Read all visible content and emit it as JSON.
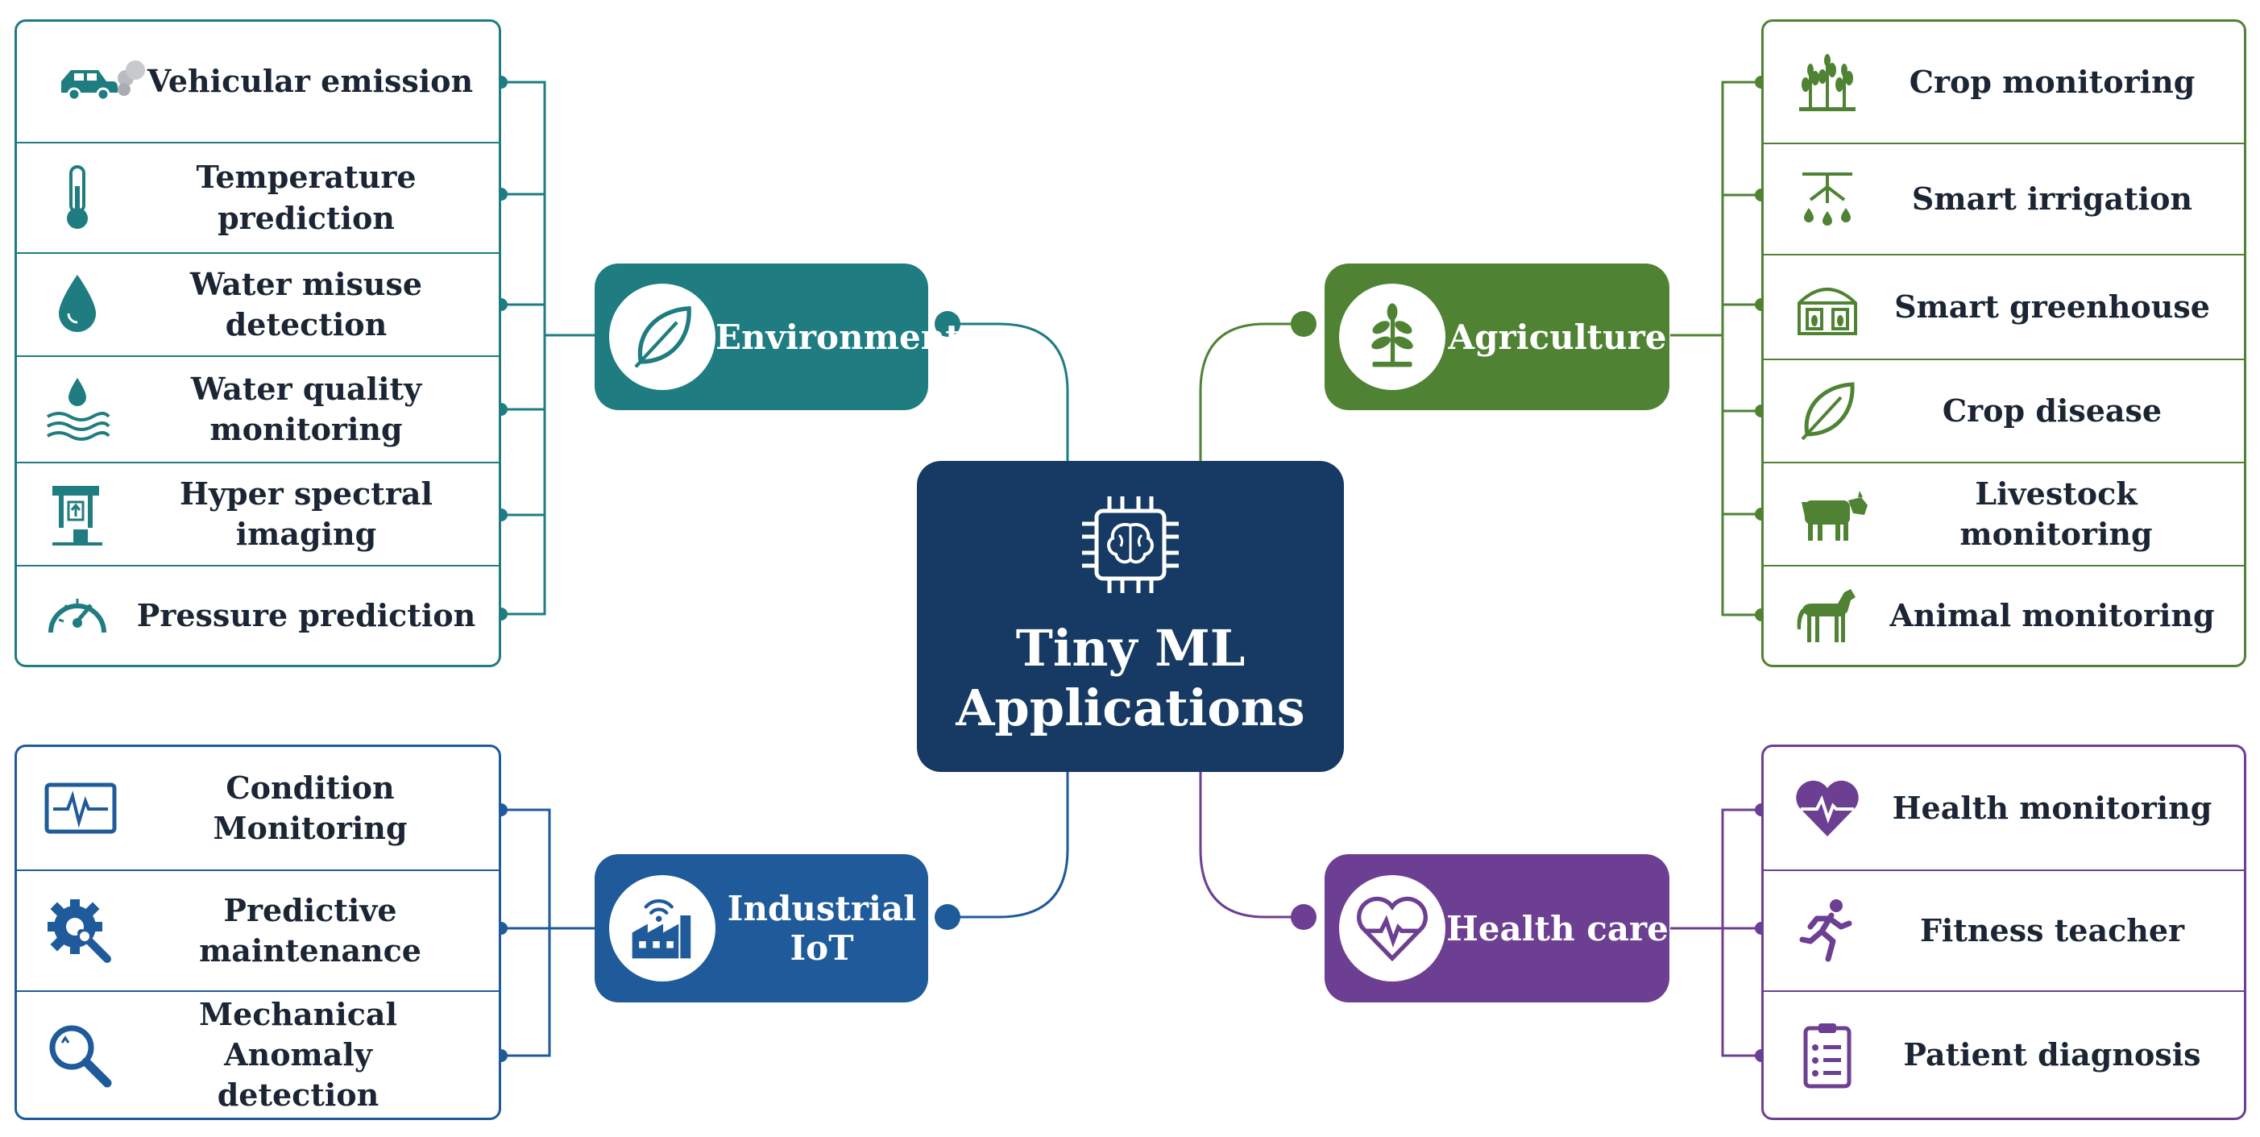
{
  "center": {
    "title_line1": "Tiny ML",
    "title_line2": "Applications",
    "icon": "brain-chip-icon"
  },
  "colors": {
    "environment": "#1f7c80",
    "agriculture": "#4f8333",
    "industrial": "#1f5a9a",
    "health": "#6d3f92",
    "center": "#163a63"
  },
  "environment": {
    "label": "Environment",
    "icon": "leaf-icon",
    "items": [
      {
        "label": "Vehicular emission",
        "icon": "car-smoke-icon"
      },
      {
        "label": "Temperature prediction",
        "icon": "thermometer-icon"
      },
      {
        "label": "Water misuse detection",
        "icon": "water-drop-icon"
      },
      {
        "label": "Water quality monitoring",
        "icon": "drop-waves-icon"
      },
      {
        "label": "Hyper spectral imaging",
        "icon": "spectral-imager-icon"
      },
      {
        "label": "Pressure prediction",
        "icon": "gauge-icon"
      }
    ]
  },
  "agriculture": {
    "label": "Agriculture",
    "icon": "plant-icon",
    "items": [
      {
        "label": "Crop monitoring",
        "icon": "crops-icon"
      },
      {
        "label": "Smart irrigation",
        "icon": "sprinkler-icon"
      },
      {
        "label": "Smart greenhouse",
        "icon": "greenhouse-icon"
      },
      {
        "label": "Crop disease",
        "icon": "leaf-icon"
      },
      {
        "label": "Livestock monitoring",
        "icon": "cow-icon"
      },
      {
        "label": "Animal monitoring",
        "icon": "horse-icon"
      }
    ]
  },
  "industrial": {
    "label": "Industrial IoT",
    "icon": "factory-wifi-icon",
    "items": [
      {
        "label": "Condition Monitoring",
        "icon": "pulse-monitor-icon"
      },
      {
        "label": "Predictive maintenance",
        "icon": "gear-wrench-icon"
      },
      {
        "label": "Mechanical Anomaly detection",
        "icon": "magnifier-icon"
      }
    ]
  },
  "health": {
    "label": "Health care",
    "icon": "heart-pulse-icon",
    "items": [
      {
        "label": "Health monitoring",
        "icon": "heart-pulse-icon"
      },
      {
        "label": "Fitness teacher",
        "icon": "runner-icon"
      },
      {
        "label": "Patient diagnosis",
        "icon": "clipboard-icon"
      }
    ]
  }
}
